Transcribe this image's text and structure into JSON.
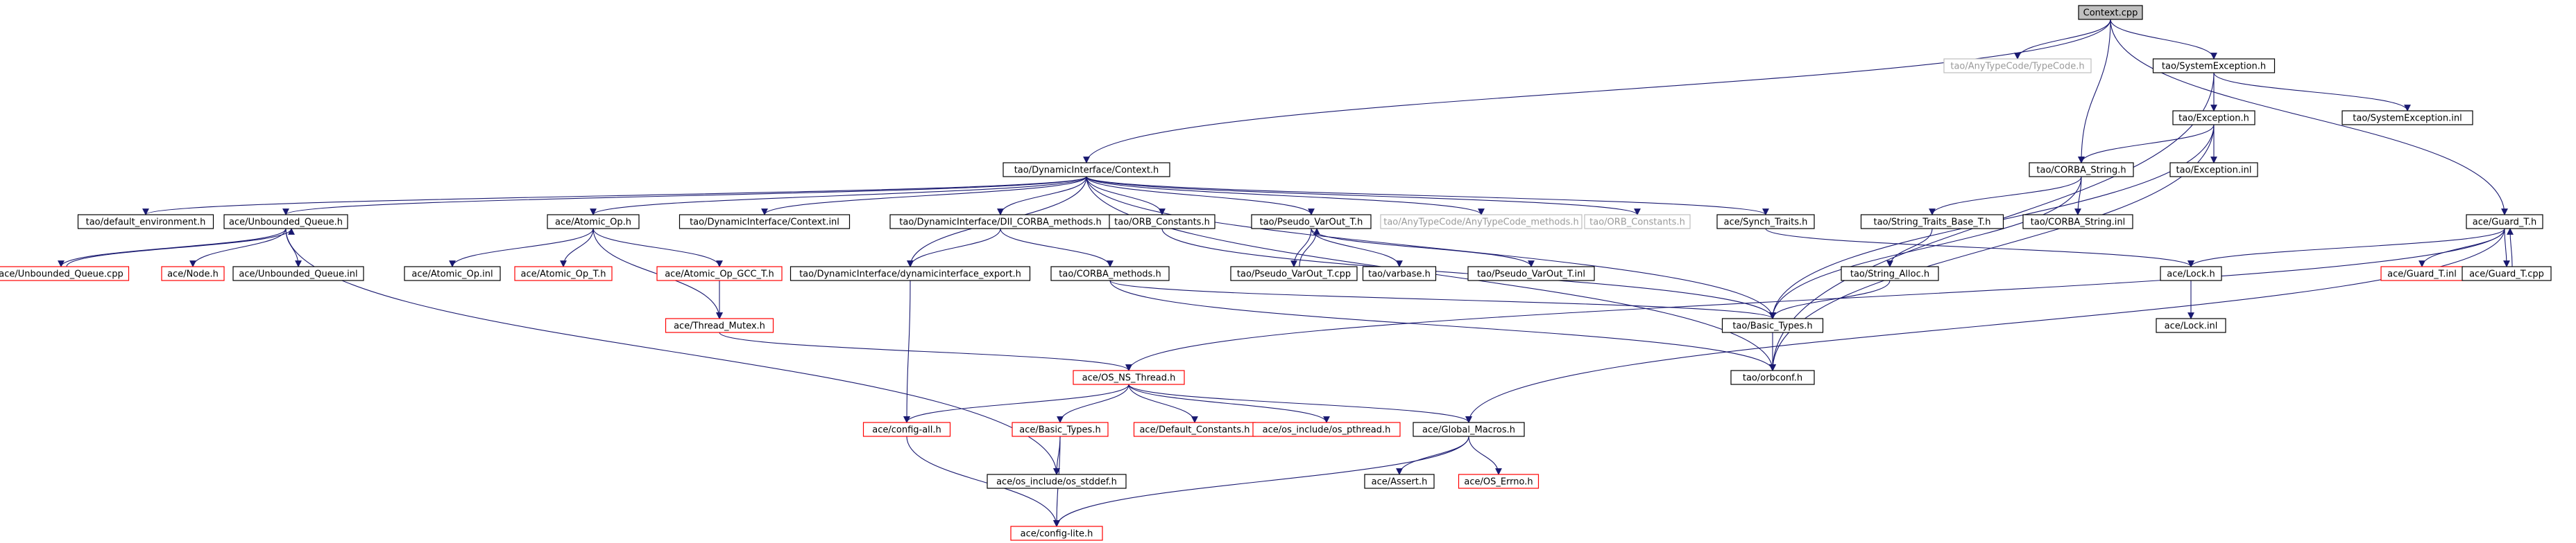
{
  "colors": {
    "edge": "#191970",
    "border_normal": "#000000",
    "border_missing": "#ff0000",
    "border_external": "#bfbfbf",
    "fill_root": "#bfbfbf",
    "fill": "#ffffff",
    "text": "#000000",
    "text_external": "#9a9a9a"
  },
  "nodes": [
    {
      "id": "context_cpp",
      "label": "Context.cpp",
      "kind": "root"
    },
    {
      "id": "anytypecode_typecode_h",
      "label": "tao/AnyTypeCode/TypeCode.h",
      "kind": "external"
    },
    {
      "id": "systemexception_h",
      "label": "tao/SystemException.h",
      "kind": "normal"
    },
    {
      "id": "exception_h",
      "label": "tao/Exception.h",
      "kind": "normal"
    },
    {
      "id": "systemexception_inl",
      "label": "tao/SystemException.inl",
      "kind": "normal"
    },
    {
      "id": "dyn_context_h",
      "label": "tao/DynamicInterface/Context.h",
      "kind": "normal"
    },
    {
      "id": "corba_string_h",
      "label": "tao/CORBA_String.h",
      "kind": "normal"
    },
    {
      "id": "exception_inl",
      "label": "tao/Exception.inl",
      "kind": "normal"
    },
    {
      "id": "guard_t_h",
      "label": "ace/Guard_T.h",
      "kind": "normal"
    },
    {
      "id": "default_environment_h",
      "label": "tao/default_environment.h",
      "kind": "normal"
    },
    {
      "id": "unbounded_queue_h",
      "label": "ace/Unbounded_Queue.h",
      "kind": "normal"
    },
    {
      "id": "atomic_op_h",
      "label": "ace/Atomic_Op.h",
      "kind": "normal"
    },
    {
      "id": "dyn_context_inl",
      "label": "tao/DynamicInterface/Context.inl",
      "kind": "normal"
    },
    {
      "id": "dii_corba_methods_h",
      "label": "tao/DynamicInterface/DII_CORBA_methods.h",
      "kind": "normal"
    },
    {
      "id": "orb_constants_h",
      "label": "tao/ORB_Constants.h",
      "kind": "normal"
    },
    {
      "id": "pseudo_varout_t_h",
      "label": "tao/Pseudo_VarOut_T.h",
      "kind": "normal"
    },
    {
      "id": "anytypecode_methods_h",
      "label": "tao/AnyTypeCode/AnyTypeCode_methods.h",
      "kind": "external"
    },
    {
      "id": "orb_constants_h2",
      "label": "tao/ORB_Constants.h",
      "kind": "external"
    },
    {
      "id": "synch_traits_h",
      "label": "ace/Synch_Traits.h",
      "kind": "normal"
    },
    {
      "id": "string_traits_base_t_h",
      "label": "tao/String_Traits_Base_T.h",
      "kind": "normal"
    },
    {
      "id": "corba_string_inl",
      "label": "tao/CORBA_String.inl",
      "kind": "normal"
    },
    {
      "id": "unbounded_queue_cpp",
      "label": "ace/Unbounded_Queue.cpp",
      "kind": "missing"
    },
    {
      "id": "node_h",
      "label": "ace/Node.h",
      "kind": "missing"
    },
    {
      "id": "unbounded_queue_inl",
      "label": "ace/Unbounded_Queue.inl",
      "kind": "normal"
    },
    {
      "id": "atomic_op_inl",
      "label": "ace/Atomic_Op.inl",
      "kind": "normal"
    },
    {
      "id": "atomic_op_t_h",
      "label": "ace/Atomic_Op_T.h",
      "kind": "missing"
    },
    {
      "id": "atomic_op_gcc_t_h",
      "label": "ace/Atomic_Op_GCC_T.h",
      "kind": "missing"
    },
    {
      "id": "dynamicinterface_export_h",
      "label": "tao/DynamicInterface/dynamicinterface_export.h",
      "kind": "normal"
    },
    {
      "id": "corba_methods_h",
      "label": "tao/CORBA_methods.h",
      "kind": "normal"
    },
    {
      "id": "pseudo_varout_t_cpp",
      "label": "tao/Pseudo_VarOut_T.cpp",
      "kind": "normal"
    },
    {
      "id": "varbase_h",
      "label": "tao/varbase.h",
      "kind": "normal"
    },
    {
      "id": "pseudo_varout_t_inl",
      "label": "tao/Pseudo_VarOut_T.inl",
      "kind": "normal"
    },
    {
      "id": "string_alloc_h",
      "label": "tao/String_Alloc.h",
      "kind": "normal"
    },
    {
      "id": "lock_h",
      "label": "ace/Lock.h",
      "kind": "normal"
    },
    {
      "id": "guard_t_inl",
      "label": "ace/Guard_T.inl",
      "kind": "missing"
    },
    {
      "id": "guard_t_cpp",
      "label": "ace/Guard_T.cpp",
      "kind": "normal"
    },
    {
      "id": "thread_mutex_h",
      "label": "ace/Thread_Mutex.h",
      "kind": "missing"
    },
    {
      "id": "basic_types_h_tao",
      "label": "tao/Basic_Types.h",
      "kind": "normal"
    },
    {
      "id": "lock_inl",
      "label": "ace/Lock.inl",
      "kind": "normal"
    },
    {
      "id": "os_ns_thread_h",
      "label": "ace/OS_NS_Thread.h",
      "kind": "missing"
    },
    {
      "id": "orbconf_h",
      "label": "tao/orbconf.h",
      "kind": "normal"
    },
    {
      "id": "config_all_h",
      "label": "ace/config-all.h",
      "kind": "missing"
    },
    {
      "id": "basic_types_h_ace",
      "label": "ace/Basic_Types.h",
      "kind": "missing"
    },
    {
      "id": "default_constants_h",
      "label": "ace/Default_Constants.h",
      "kind": "missing"
    },
    {
      "id": "os_pthread_h",
      "label": "ace/os_include/os_pthread.h",
      "kind": "missing"
    },
    {
      "id": "global_macros_h",
      "label": "ace/Global_Macros.h",
      "kind": "normal"
    },
    {
      "id": "os_stddef_h",
      "label": "ace/os_include/os_stddef.h",
      "kind": "normal"
    },
    {
      "id": "assert_h",
      "label": "ace/Assert.h",
      "kind": "normal"
    },
    {
      "id": "os_errno_h",
      "label": "ace/OS_Errno.h",
      "kind": "missing"
    },
    {
      "id": "config_lite_h",
      "label": "ace/config-lite.h",
      "kind": "missing"
    }
  ]
}
